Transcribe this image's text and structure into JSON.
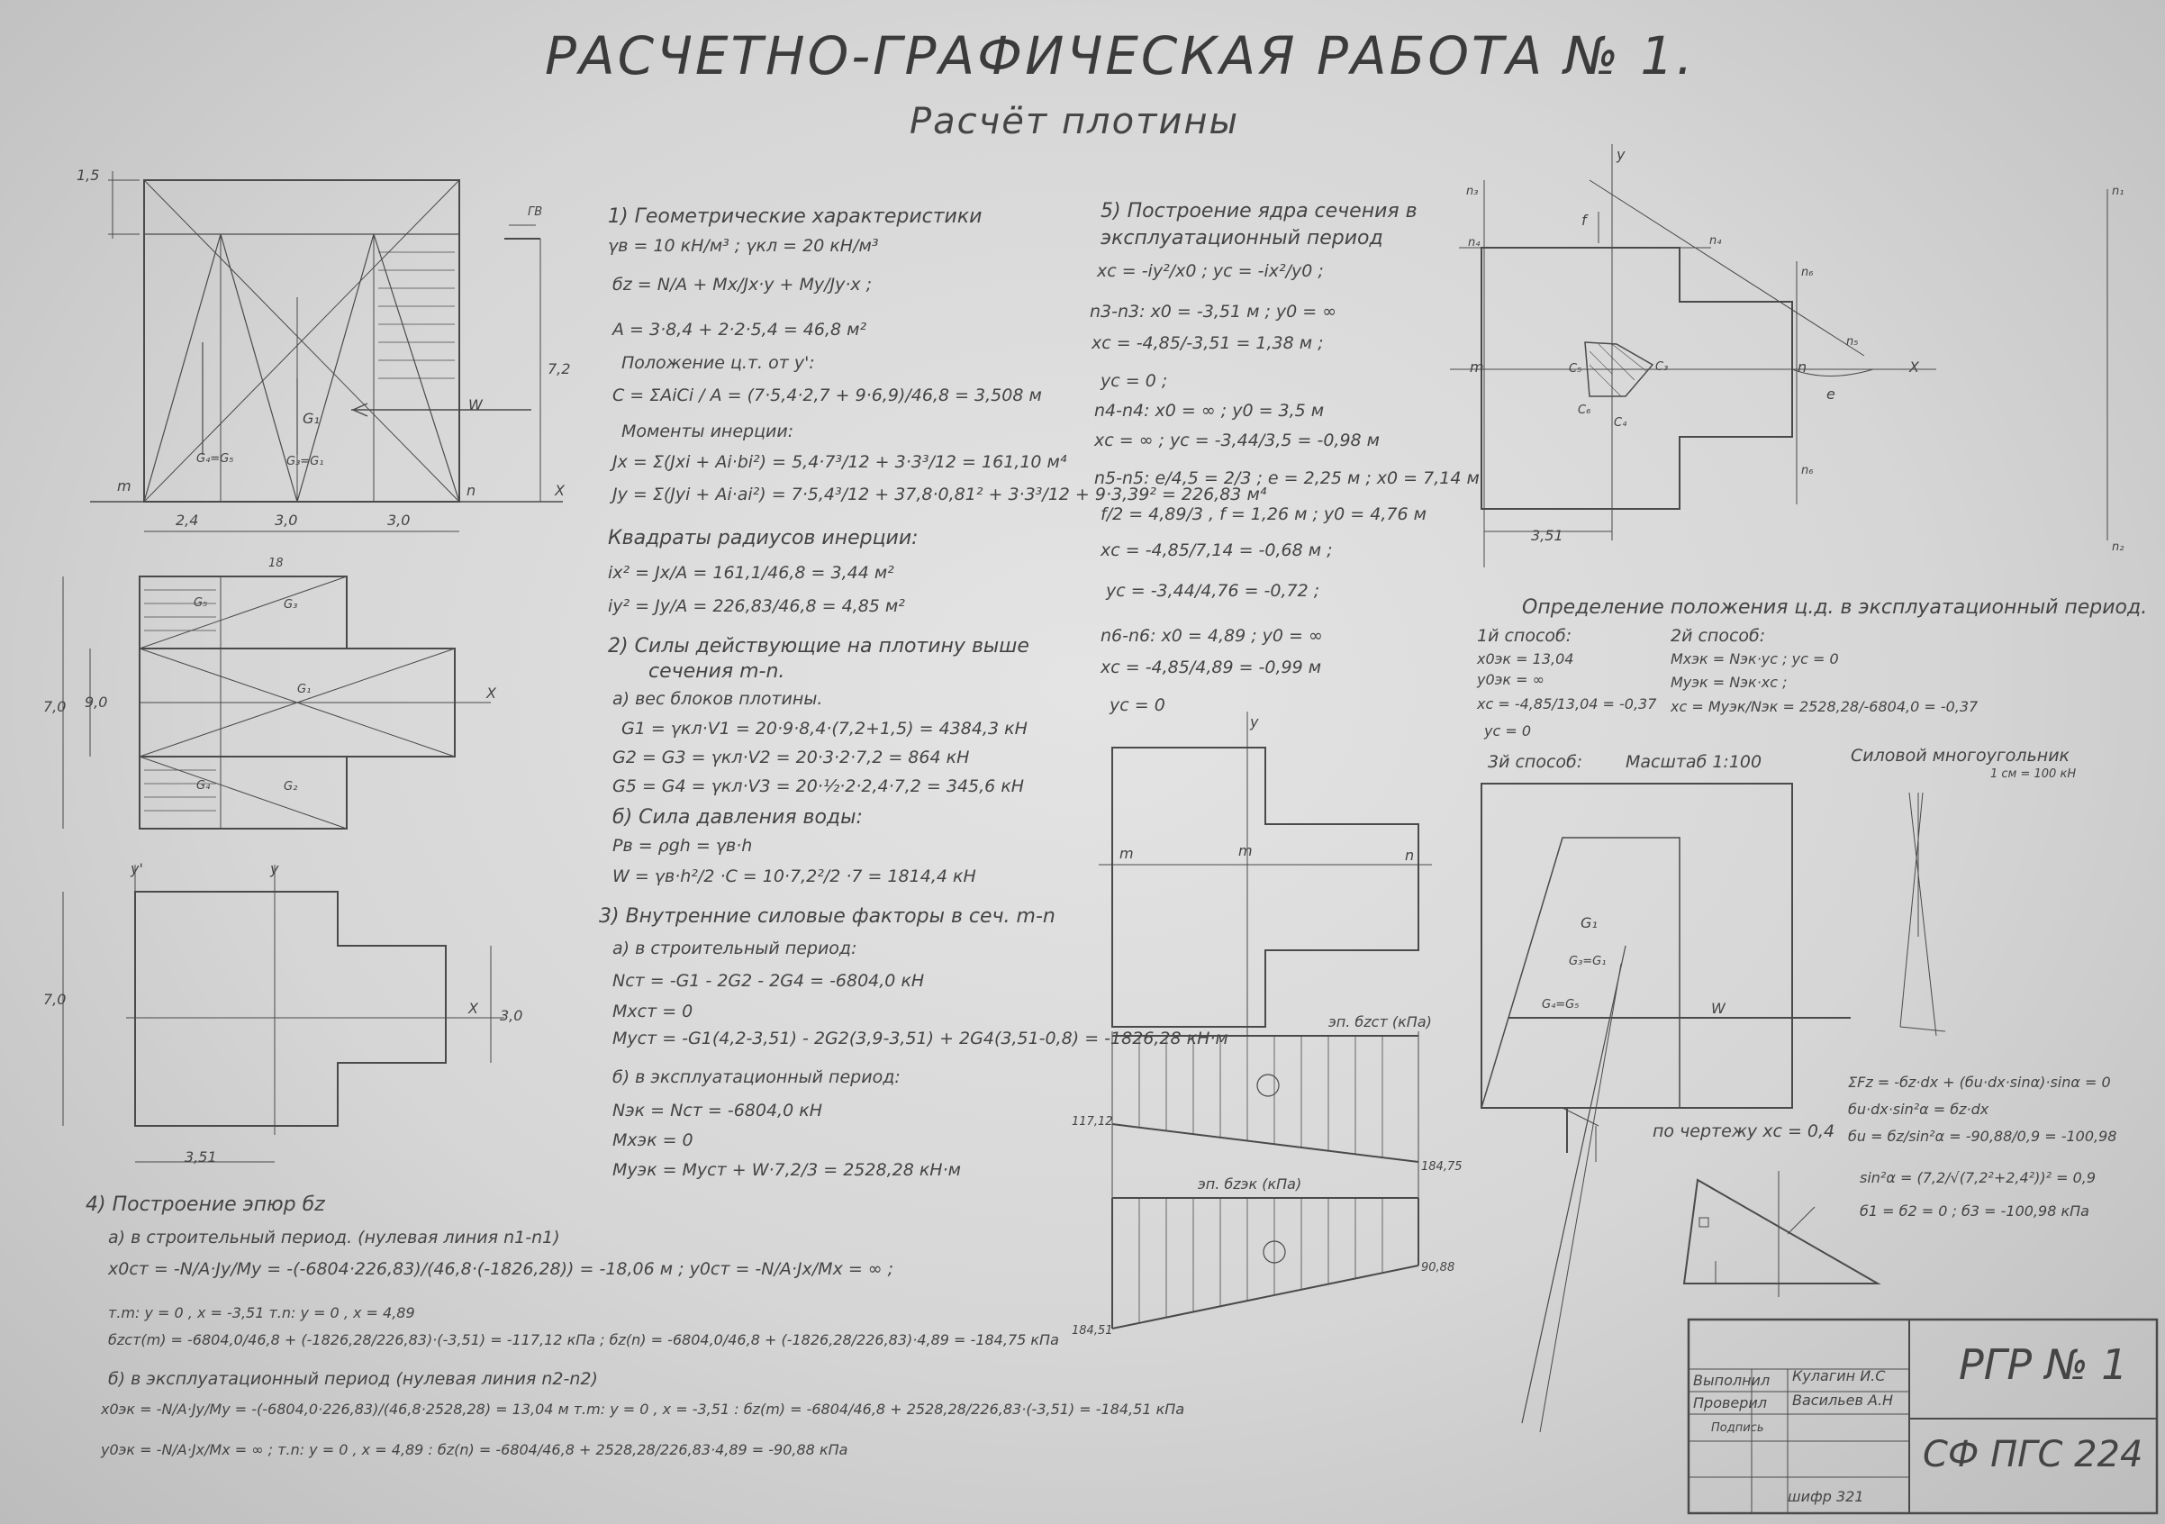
{
  "title": "РАСЧЕТНО-ГРАФИЧЕСКАЯ РАБОТА № 1.",
  "subtitle": "Расчёт плотины",
  "drawing": {
    "dim_left_top": "1,5",
    "dim_left_height": "7,2",
    "level_label": "ГВ",
    "force_w": "W",
    "force_g1": "G₁",
    "force_g3": "G₃=G₁",
    "force_g5": "G₄=G₅",
    "point_m": "m",
    "point_n": "n",
    "axis_x": "X",
    "axis_y": "y",
    "axis_y1": "y'",
    "bottom_dims": [
      "2,4",
      "3,0",
      "3,0"
    ],
    "plan_width": "7,0",
    "plan_inner": "9,0",
    "plan_top": "18",
    "plan_labels": [
      "G₅",
      "G₃",
      "G₁",
      "G₄",
      "G₂"
    ],
    "section_height": "7,0",
    "section_inner": "3,0",
    "section_bottom": "3,51"
  },
  "col1": [
    "1) Геометрические характеристики",
    "γв = 10 кН/м³ ;  γкл = 20 кН/м³",
    "бz = N/A + Mx/Jx·y + My/Jy·x ;",
    "A = 3·8,4 + 2·2·5,4 = 46,8 м²",
    "Положение ц.т. от y':",
    "C = ΣAiCi / A = (7·5,4·2,7 + 9·6,9)/46,8 = 3,508 м",
    "Моменты инерции:",
    "Jx = Σ(Jxi + Ai·bi²) = 5,4·7³/12 + 3·3³/12 = 161,10 м⁴",
    "Jy = Σ(Jyi + Ai·ai²) = 7·5,4³/12 + 37,8·0,81² + 3·3³/12 + 9·3,39² = 226,83 м⁴",
    "Квадраты радиусов инерции:",
    "ix² = Jx/A = 161,1/46,8 = 3,44 м²",
    "iy² = Jy/A = 226,83/46,8 = 4,85 м²",
    "2) Силы действующие на плотину выше",
    "сечения m-n.",
    "а) вес блоков плотины.",
    "G1 = γкл·V1 = 20·9·8,4·(7,2+1,5) = 4384,3 кН",
    "G2 = G3 = γкл·V2 = 20·3·2·7,2 = 864 кН",
    "G5 = G4 = γкл·V3 = 20·½·2·2,4·7,2 = 345,6 кН",
    "б) Сила давления воды:",
    "Pв = ρgh = γв·h",
    "W = γв·h²/2 ·C = 10·7,2²/2 ·7 = 1814,4 кН",
    "3) Внутренние силовые факторы в сеч. m-n",
    "а) в строительный период:",
    "Nст = -G1 - 2G2 - 2G4 = -6804,0 кН",
    "Mxст = 0",
    "Myст = -G1(4,2-3,51) - 2G2(3,9-3,51) + 2G4(3,51-0,8) = -1826,28 кН·м",
    "б) в эксплуатационный период:",
    "Nэк = Nст = -6804,0 кН",
    "Mxэк = 0",
    "Myэк = Myст + W·7,2/3 = 2528,28 кН·м"
  ],
  "col2": [
    "5) Построение ядра сечения в",
    "эксплуатационный период",
    "xc = -iy²/x0 ;  yc = -ix²/y0 ;",
    "n3-n3: x0 = -3,51 м ; y0 = ∞",
    "xc = -4,85/-3,51 = 1,38 м ;",
    "yc = 0 ;",
    "n4-n4: x0 = ∞ ; y0 = 3,5 м",
    "xc = ∞ ;  yc = -3,44/3,5 = -0,98 м",
    "n5-n5: e/4,5 = 2/3 ; e = 2,25 м ; x0 = 7,14 м",
    "f/2 = 4,89/3 , f = 1,26 м ; y0 = 4,76 м",
    "xc = -4,85/7,14 = -0,68 м ;",
    "yc = -3,44/4,76 = -0,72 ;",
    "n6-n6: x0 = 4,89 ; y0 = ∞",
    "xc = -4,85/4,89 = -0,99 м",
    "yc = 0"
  ],
  "col3": {
    "heading": "Определение положения ц.д. в эксплуатационный период.",
    "m1_title": "1й способ:",
    "m1": [
      "x0эк = 13,04",
      "y0эк = ∞",
      "xc = -4,85/13,04 = -0,37",
      "yc = 0"
    ],
    "m2_title": "2й способ:",
    "m2": [
      "Mxэк = Nэк·yc ;  yc = 0",
      "Myэк = Nэк·xc ;",
      "xc = Myэк/Nэк = 2528,28/-6804,0 = -0,37"
    ],
    "m3_title": "3й способ:",
    "m3_scale": "Масштаб 1:100",
    "polygon": "Силовой многоугольник",
    "polygon_scale": "1 см = 100 кН",
    "by_drawing": "по чертежу xc = 0,4",
    "eq": [
      "ΣFz = -бz·dx + (бu·dx·sinα)·sinα = 0",
      "бu·dx·sin²α = бz·dx",
      "бu = бz/sin²α = -90,88/0,9 = -100,98",
      "sin²α = (7,2/√(7,2²+2,4²))² = 0,9",
      "б1 = б2 = 0 ;  б3 = -100,98 кПа"
    ],
    "core_labels": [
      "n₃",
      "n₄",
      "n₅",
      "n₆",
      "n₁",
      "n₂",
      "C₃",
      "C₄",
      "C₅",
      "C₆",
      "f",
      "e",
      "3,51"
    ]
  },
  "epure": {
    "label1": "эп. бzст (кПа)",
    "label2": "эп. бzэк (кПа)",
    "v1_left": "117,12",
    "v1_right": "184,75",
    "v2_left": "184,51",
    "v2_right": "90,88",
    "sign": "⊖"
  },
  "bottom": [
    "4) Построение эпюр бz",
    "а) в строительный период. (нулевая линия n1-n1)",
    "x0ст = -N/A·Jy/My = -(-6804·226,83)/(46,8·(-1826,28)) = -18,06 м ;  y0ст = -N/A·Jx/Mx = ∞ ;",
    "т.m: y = 0 , x = -3,51                                     т.n: y = 0 , x = 4,89",
    "бzст(m) = -6804,0/46,8 + (-1826,28/226,83)·(-3,51) = -117,12 кПа ;   бz(n) = -6804,0/46,8 + (-1826,28/226,83)·4,89 = -184,75 кПа",
    "б) в эксплуатационный период (нулевая линия n2-n2)",
    "x0эк = -N/A·Jy/My = -(-6804,0·226,83)/(46,8·2528,28) = 13,04 м     т.m: y = 0 , x = -3,51 :   бz(m) = -6804/46,8 + 2528,28/226,83·(-3,51) = -184,51 кПа",
    "y0эк = -N/A·Jx/Mx = ∞ ;                                         т.n: y = 0 , x = 4,89 :   бz(n) = -6804/46,8 + 2528,28/226,83·4,89 = -90,88 кПа"
  ],
  "stamp": {
    "row1_label": "Выполнил",
    "row1_name": "Кулагин И.С",
    "row2_label": "Проверил",
    "row2_name": "Васильев А.Н",
    "row3_label": "Подпись",
    "code": "шифр 321",
    "doc": "РГР № 1",
    "group": "СФ ПГС 224"
  }
}
